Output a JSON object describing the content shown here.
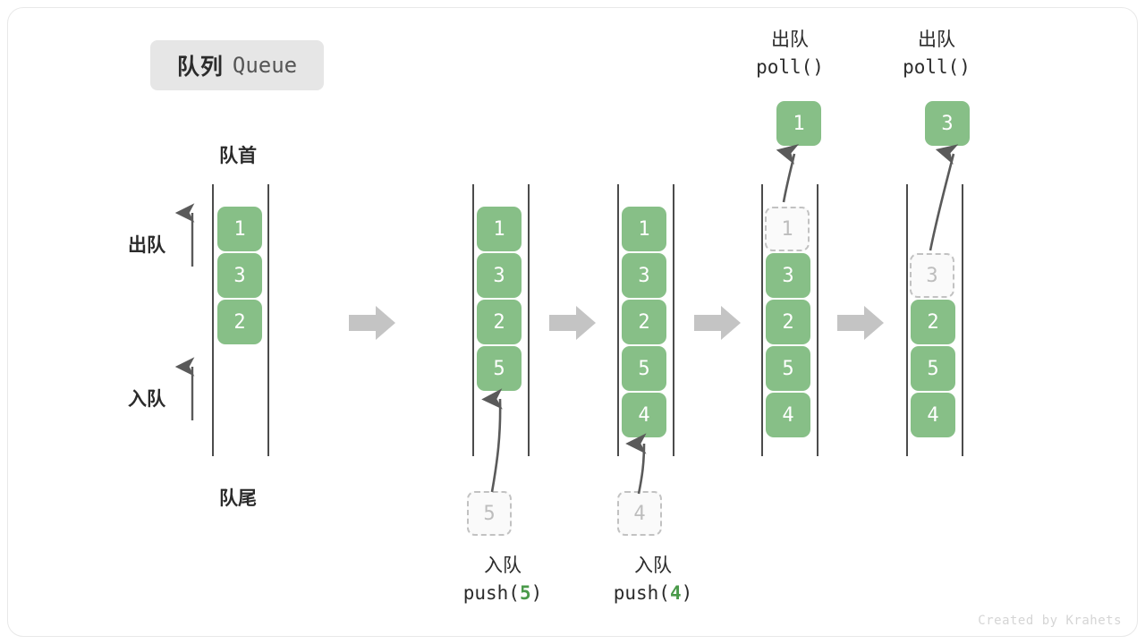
{
  "title": {
    "cn": "队列",
    "en": "Queue"
  },
  "labels": {
    "front": "队首",
    "rear": "队尾",
    "dequeue": "出队",
    "enqueue": "入队"
  },
  "colors": {
    "element": "#87bf87",
    "ghost_border": "#c2c2c2",
    "ghost_fill": "#fafafa",
    "rail": "#4c4c4c",
    "arrow": "#5a5a5a",
    "step_arrow": "#c4c4c4",
    "badge_bg": "#e6e6e6",
    "accent_number": "#4a9a4a"
  },
  "columns": [
    {
      "id": "initial",
      "name": "initial-queue",
      "slots": [
        "1",
        "3",
        "2",
        "",
        "",
        ""
      ],
      "ghost_slots": [],
      "caption": null
    },
    {
      "id": "after-push-5",
      "name": "queue-after-push-5",
      "slots": [
        "1",
        "3",
        "2",
        "5",
        "",
        ""
      ],
      "ghost_slots": [],
      "caption": {
        "cn": "入队",
        "fn": "push(",
        "arg": "5",
        "fn_end": ")"
      },
      "incoming": {
        "value": "5"
      }
    },
    {
      "id": "after-push-4",
      "name": "queue-after-push-4",
      "slots": [
        "1",
        "3",
        "2",
        "5",
        "4",
        ""
      ],
      "ghost_slots": [],
      "caption": {
        "cn": "入队",
        "fn": "push(",
        "arg": "4",
        "fn_end": ")"
      },
      "incoming": {
        "value": "4"
      }
    },
    {
      "id": "after-poll-1",
      "name": "queue-after-poll-1",
      "slots": [
        "",
        "3",
        "2",
        "5",
        "4",
        ""
      ],
      "ghost_slots": [
        {
          "index": 0,
          "value": "1"
        }
      ],
      "caption_top": {
        "cn": "出队",
        "fn": "poll()"
      },
      "outgoing": {
        "value": "1"
      }
    },
    {
      "id": "after-poll-3",
      "name": "queue-after-poll-3",
      "slots": [
        "",
        "",
        "2",
        "5",
        "4",
        ""
      ],
      "ghost_slots": [
        {
          "index": 1,
          "value": "3"
        }
      ],
      "caption_top": {
        "cn": "出队",
        "fn": "poll()"
      },
      "outgoing": {
        "value": "3"
      }
    }
  ],
  "watermark": "Created by Krahets"
}
